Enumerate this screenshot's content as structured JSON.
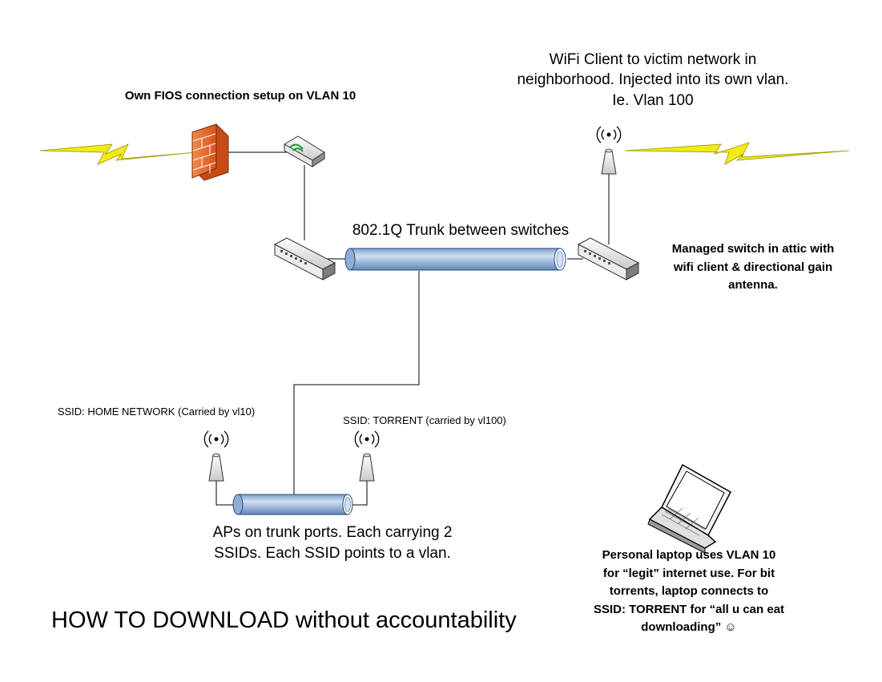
{
  "labels": {
    "fios": "Own FIOS connection setup on VLAN 10",
    "wifi_client_line1": "WiFi Client to victim network in",
    "wifi_client_line2": "neighborhood.  Injected into its own vlan.",
    "wifi_client_line3": "Ie. Vlan 100",
    "trunk": "802.1Q Trunk between switches",
    "attic_line1": "Managed switch in attic with",
    "attic_line2": "wifi client & directional gain",
    "attic_line3": "antenna.",
    "ssid_home": "SSID: HOME NETWORK (Carried by vl10)",
    "ssid_torrent": "SSID: TORRENT  (carried by vl100)",
    "aps_line1": "APs on trunk ports.  Each carrying 2",
    "aps_line2": "SSIDs.  Each SSID points to a vlan.",
    "laptop_line1": "Personal laptop uses VLAN 10",
    "laptop_line2": "for “legit” internet use.  For bit",
    "laptop_line3": "torrents, laptop connects to",
    "laptop_line4": "SSID: TORRENT for “all u can eat",
    "laptop_line5": "downloading”  ☺",
    "title": "HOW TO DOWNLOAD without accountability"
  },
  "icons": {
    "firewall": "firewall-icon",
    "modem": "modem-icon",
    "switch_left": "switch-icon",
    "switch_right": "switch-icon",
    "antenna": "antenna-icon",
    "lightning": "lightning-bolt-icon",
    "laptop": "laptop-icon",
    "trunk": "trunk-pipe-icon"
  },
  "colors": {
    "firewall": "#e8642a",
    "lightning": "#f2ea14",
    "pipe": "#a9c4e2",
    "pipe_dark": "#5f86b8",
    "line": "#000000"
  }
}
